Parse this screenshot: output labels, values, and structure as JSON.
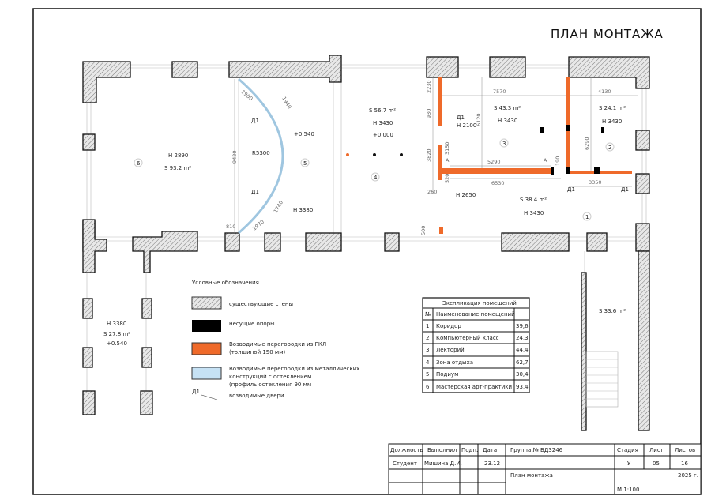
{
  "title": "ПЛАН МОНТАЖА",
  "colors": {
    "partition_gkl": "#ef6a2a",
    "partition_glass": "#c6e2f5",
    "support": "#000000"
  },
  "rooms": {
    "r1": {
      "num": "1",
      "area": "S 38.4 m²",
      "height": "H 3430"
    },
    "r2": {
      "num": "2",
      "area": "S 24.1 m²",
      "height": "H 3430"
    },
    "r3": {
      "num": "3",
      "area": "S 43.3 m²",
      "height": "H 3430"
    },
    "r4": {
      "num": "4",
      "area": "S 56.7 m²",
      "height": "H 3430",
      "level": "+0.000"
    },
    "r5": {
      "num": "5",
      "level": "+0.540",
      "height": "Н 3380",
      "radius": "R5300"
    },
    "r6": {
      "num": "6",
      "height": "H 2890",
      "area": "S 93.2 m²"
    },
    "lower_left": {
      "height": "Н 3380",
      "area": "S 27.8 m²",
      "level": "+0.540"
    },
    "lower_right": {
      "area": "S 33.6 m²"
    }
  },
  "dimensions": {
    "d2230": "2230",
    "d7570": "7570",
    "d4130": "4130",
    "d930": "930",
    "d6120": "6120",
    "d6290": "6290",
    "d3820": "3820",
    "d3150": "3150",
    "d5290": "5290",
    "d6530": "6530",
    "d190": "190",
    "d520": "520",
    "d260": "260",
    "d3350": "3350",
    "d500": "500",
    "d9420": "9420",
    "d1900": "1900",
    "d1940": "1940",
    "d1740": "1740",
    "d1970": "1970",
    "d810": "810",
    "section_a": "А",
    "door_label": "Д1",
    "door_h2100": "Н 2100",
    "h2650": "Н 2650"
  },
  "legend": {
    "title": "Условные обозначения",
    "items": [
      {
        "label": "существующие стены"
      },
      {
        "label": "несущие опоры"
      },
      {
        "label": "Возводимые перегородки из ГКЛ",
        "label2": "(толщиной 150 мм)"
      },
      {
        "label": "Возводимые перегородки из металлических",
        "label2": "конструкций с остеклением",
        "label3": "(профиль остекления 90 мм"
      },
      {
        "symbol": "Д1",
        "label": "возводимые двери"
      }
    ]
  },
  "explication": {
    "title": "Экспликация помещений",
    "headers": [
      "№",
      "Наименование помещений",
      ""
    ],
    "rows": [
      [
        "1",
        "Коридор",
        "39,6"
      ],
      [
        "2",
        "Компьютерный класс",
        "24,3"
      ],
      [
        "3",
        "Лекторий",
        "44,4"
      ],
      [
        "4",
        "Зона отдыха",
        "62,7"
      ],
      [
        "5",
        "Подиум",
        "30,4"
      ],
      [
        "6",
        "Мастерская арт-практики",
        "93,4"
      ]
    ]
  },
  "titleblock": {
    "h_position": "Должность",
    "h_done": "Выполнил",
    "h_sign": "Подп.",
    "h_date": "Дата",
    "position": "Студент",
    "done": "Мишина Д.И.",
    "date": "23.12",
    "group": "Группа № БД3246",
    "sheet_name": "План монтажа",
    "h_stage": "Стадия",
    "h_sheet": "Лист",
    "h_sheets": "Листов",
    "stage": "У",
    "sheet": "05",
    "sheets": "16",
    "year": "2025 г.",
    "scale": "М 1:100"
  }
}
